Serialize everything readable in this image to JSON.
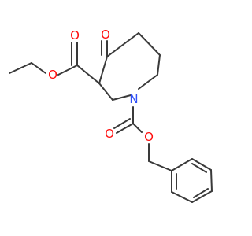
{
  "molecule": {
    "atoms": [
      {
        "id": "o_ketone",
        "element": "O",
        "label": "O",
        "color": "#ff0d0d"
      },
      {
        "id": "o_ester_carbonyl",
        "element": "O",
        "label": "O",
        "color": "#ff0d0d"
      },
      {
        "id": "o_ester_ether",
        "element": "O",
        "label": "O",
        "color": "#ff0d0d"
      },
      {
        "id": "n_ring",
        "element": "N",
        "label": "N",
        "color": "#3050f8"
      },
      {
        "id": "o_carbamate_carbonyl",
        "element": "O",
        "label": "O",
        "color": "#ff0d0d"
      },
      {
        "id": "o_carbamate_ether",
        "element": "O",
        "label": "O",
        "color": "#ff0d0d"
      }
    ],
    "bond_color": "#3a3a3a"
  }
}
